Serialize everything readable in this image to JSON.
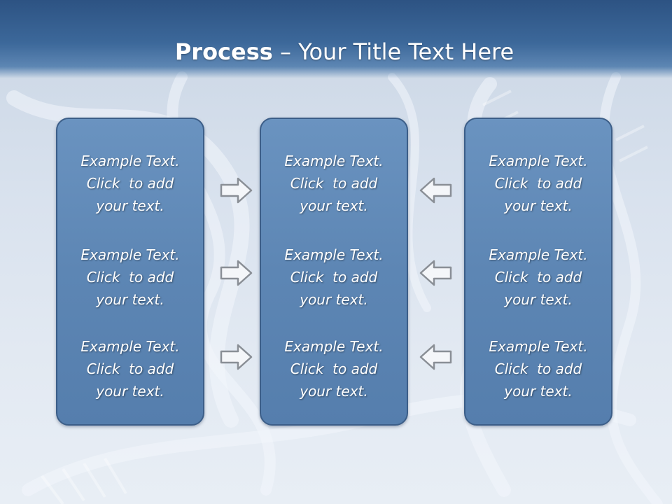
{
  "slide": {
    "title_bold": "Process",
    "title_rest": " – Your Title Text Here"
  },
  "columns": [
    {
      "items": [
        {
          "line1": "Example Text.",
          "line2": "Click  to add",
          "line3": "your text."
        },
        {
          "line1": "Example Text.",
          "line2": "Click  to add",
          "line3": "your text."
        },
        {
          "line1": "Example Text.",
          "line2": "Click  to add",
          "line3": "your text."
        }
      ]
    },
    {
      "items": [
        {
          "line1": "Example Text.",
          "line2": "Click  to add",
          "line3": "your text."
        },
        {
          "line1": "Example Text.",
          "line2": "Click  to add",
          "line3": "your text."
        },
        {
          "line1": "Example Text.",
          "line2": "Click  to add",
          "line3": "your text."
        }
      ]
    },
    {
      "items": [
        {
          "line1": "Example Text.",
          "line2": "Click  to add",
          "line3": "your text."
        },
        {
          "line1": "Example Text.",
          "line2": "Click  to add",
          "line3": "your text."
        },
        {
          "line1": "Example Text.",
          "line2": "Click  to add",
          "line3": "your text."
        }
      ]
    }
  ],
  "arrows": {
    "left_group": [
      "right-arrow",
      "right-arrow",
      "right-arrow"
    ],
    "right_group": [
      "left-arrow",
      "left-arrow",
      "left-arrow"
    ]
  },
  "colors": {
    "header": "#3c689a",
    "panel_fill": "#5d86b4",
    "panel_border": "#3c5e88",
    "arrow_fill": "#f4f6f9",
    "arrow_stroke": "#8a8f96"
  }
}
